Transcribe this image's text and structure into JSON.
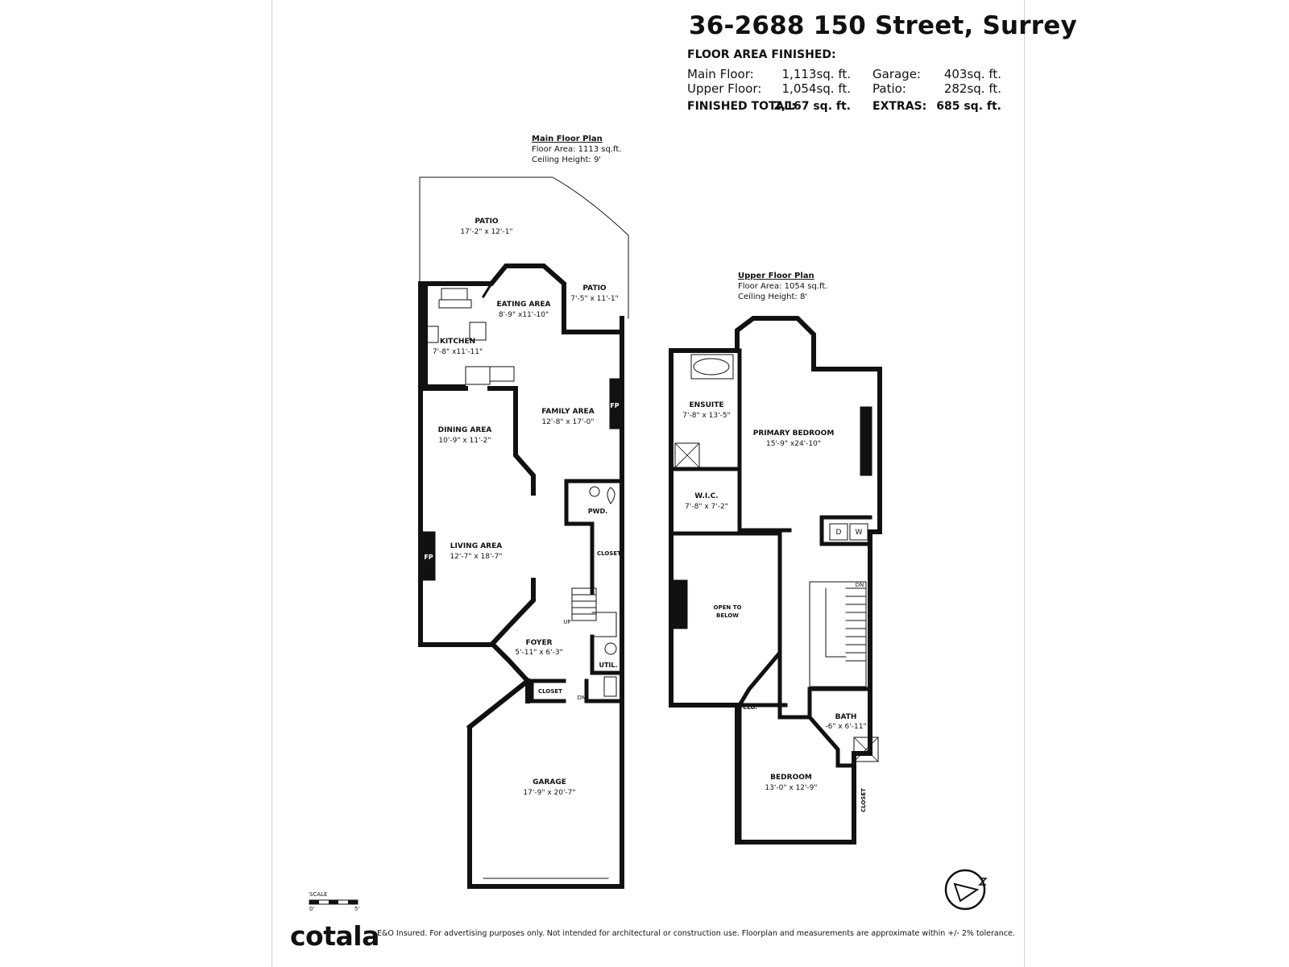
{
  "header": {
    "address": "36-2688 150 Street, Surrey",
    "floor_area_title": "FLOOR AREA FINISHED:",
    "rows": [
      {
        "label": "Main Floor:",
        "value": "1,113sq. ft.",
        "extra_label": "Garage:",
        "extra_value": "403sq. ft."
      },
      {
        "label": "Upper Floor:",
        "value": "1,054sq. ft.",
        "extra_label": "Patio:",
        "extra_value": "282sq. ft."
      }
    ],
    "totals": {
      "label": "FINISHED TOTAL:",
      "value": "2,167 sq. ft.",
      "extra_label": "EXTRAS:",
      "extra_value": "685 sq. ft."
    }
  },
  "main_floor": {
    "title": "Main Floor Plan",
    "area": "Floor Area: 1113 sq.ft.",
    "ceiling": "Ceiling Height: 9'",
    "rooms": [
      {
        "name": "PATIO",
        "dims": "17'-2\" x 12'-1\""
      },
      {
        "name": "PATIO",
        "dims": "7'-5\" x 11'-1\""
      },
      {
        "name": "EATING AREA",
        "dims": "8'-9\" x11'-10\""
      },
      {
        "name": "KITCHEN",
        "dims": "7'-8\" x11'-11\""
      },
      {
        "name": "FAMILY AREA",
        "dims": "12'-8\" x 17'-0\""
      },
      {
        "name": "DINING AREA",
        "dims": "10'-9\" x 11'-2\""
      },
      {
        "name": "LIVING AREA",
        "dims": "12'-7\" x 18'-7\""
      },
      {
        "name": "FOYER",
        "dims": "5'-11\" x 6'-3\""
      },
      {
        "name": "GARAGE",
        "dims": "17'-9\" x 20'-7\""
      }
    ],
    "labels": {
      "pwd": "PWD.",
      "closet1": "CLOSET",
      "closet2": "CLOSET",
      "util": "UTIL.",
      "fp1": "FP",
      "fp2": "FP",
      "up": "UP",
      "dn": "DN"
    }
  },
  "upper_floor": {
    "title": "Upper Floor Plan",
    "area": "Floor Area: 1054 sq.ft.",
    "ceiling": "Ceiling Height: 8'",
    "rooms": [
      {
        "name": "ENSUITE",
        "dims": "7'-8\" x 13'-5\""
      },
      {
        "name": "PRIMARY BEDROOM",
        "dims": "15'-9\" x24'-10\""
      },
      {
        "name": "W.I.C.",
        "dims": "7'-8\" x 7'-2\""
      },
      {
        "name": "BATH",
        "dims": "-6\" x 6'-11\""
      },
      {
        "name": "BEDROOM",
        "dims": "13'-0\" x 12'-9\""
      }
    ],
    "open_to_below": [
      "OPEN TO",
      "BELOW"
    ],
    "labels": {
      "clo": "CLO.",
      "closet": "CLOSET",
      "d": "D",
      "w": "W",
      "dn": "DN"
    }
  },
  "scale": {
    "label": "SCALE",
    "start": "0'",
    "end": "5'"
  },
  "footer": {
    "logo": "cotala",
    "disclaimer": "E&O Insured. For advertising purposes only. Not intended for architectural or construction use. Floorplan and measurements are approximate within +/- 2% tolerance."
  },
  "icons": {
    "compass": "north-compass-icon"
  }
}
